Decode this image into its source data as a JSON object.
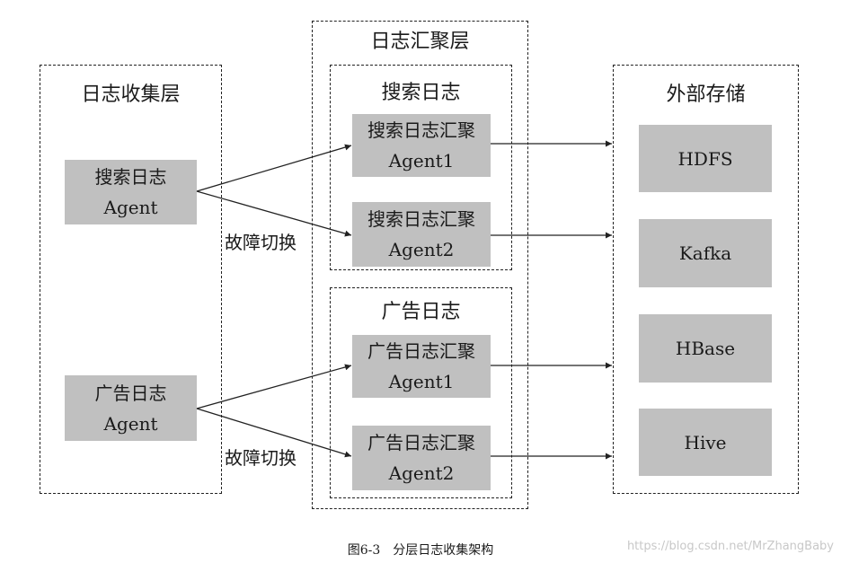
{
  "collection_layer": {
    "title": "日志收集层",
    "agents": [
      {
        "line1": "搜索日志",
        "line2": "Agent"
      },
      {
        "line1": "广告日志",
        "line2": "Agent"
      }
    ]
  },
  "aggregation_layer": {
    "title": "日志汇聚层",
    "groups": [
      {
        "title": "搜索日志",
        "agents": [
          {
            "line1": "搜索日志汇聚",
            "line2": "Agent1"
          },
          {
            "line1": "搜索日志汇聚",
            "line2": "Agent2"
          }
        ]
      },
      {
        "title": "广告日志",
        "agents": [
          {
            "line1": "广告日志汇聚",
            "line2": "Agent1"
          },
          {
            "line1": "广告日志汇聚",
            "line2": "Agent2"
          }
        ]
      }
    ]
  },
  "storage_layer": {
    "title": "外部存储",
    "items": [
      "HDFS",
      "Kafka",
      "HBase",
      "Hive"
    ]
  },
  "failover_labels": [
    "故障切换",
    "故障切换"
  ],
  "caption": "图6-3　分层日志收集架构",
  "watermark": "https://blog.csdn.net/MrZhangBaby"
}
